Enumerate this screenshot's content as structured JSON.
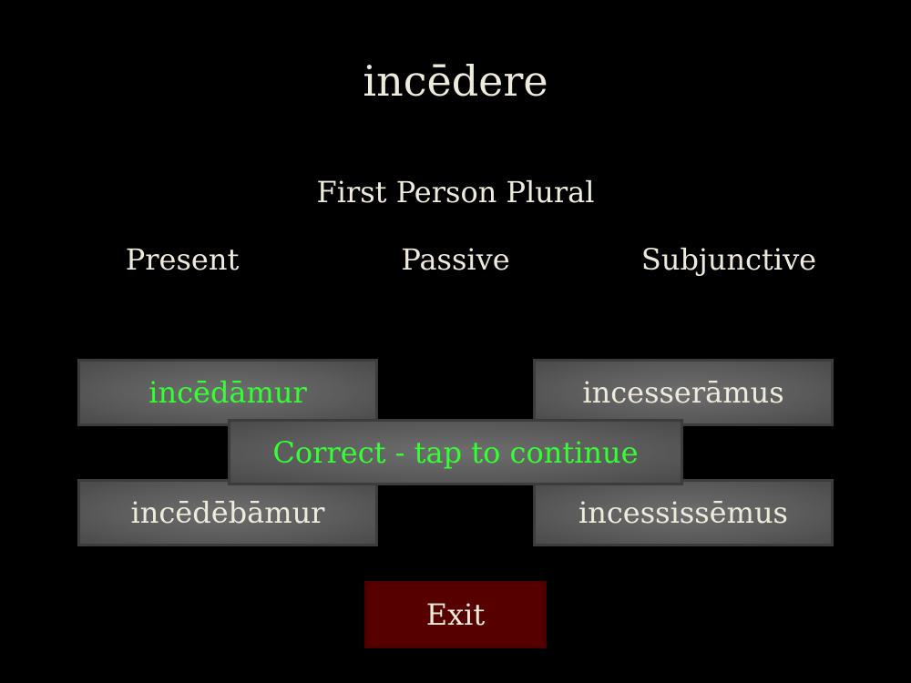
{
  "verb": "incēdere",
  "person": "First Person Plural",
  "attributes": [
    "Present",
    "Passive",
    "Subjunctive"
  ],
  "options": [
    {
      "label": "incēdāmur",
      "state": "correct"
    },
    {
      "label": "incesserāmus",
      "state": "normal"
    },
    {
      "label": "incēdēbāmur",
      "state": "normal"
    },
    {
      "label": "incessissēmus",
      "state": "normal"
    }
  ],
  "feedback": "Correct - tap to continue",
  "exit_label": "Exit",
  "colors": {
    "correct": "#33ff33",
    "exit": "#560000"
  }
}
